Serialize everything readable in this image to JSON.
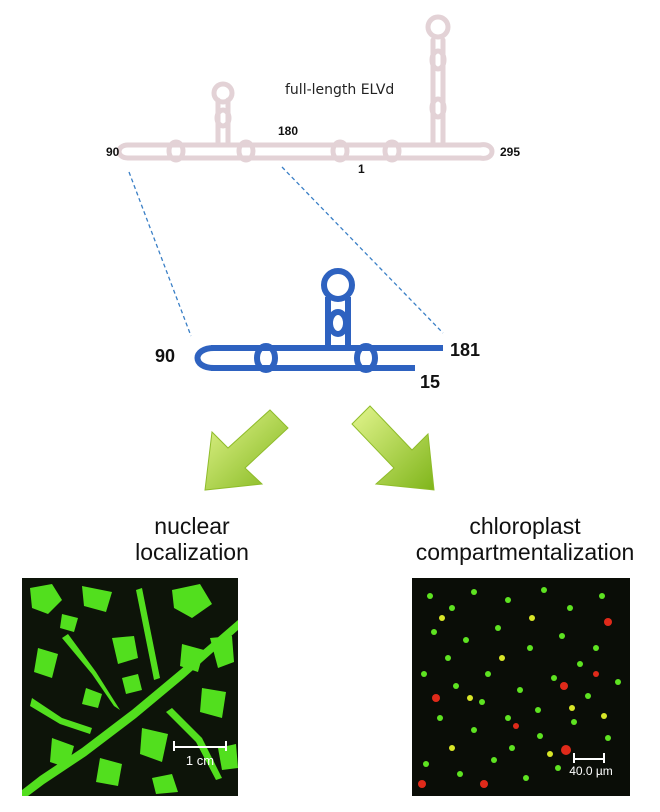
{
  "top_structure": {
    "title": "full-length ELVd",
    "label_left": "90",
    "label_right": "295",
    "label_mid_top": "180",
    "label_mid_bottom": "1",
    "color": "#e3d2d6"
  },
  "fragment": {
    "label_left": "90",
    "label_right_top": "181",
    "label_right_bottom": "15",
    "color": "#2e62c0"
  },
  "left_panel": {
    "caption_line1": "nuclear",
    "caption_line2": "localization",
    "scale_label": "1 cm"
  },
  "right_panel": {
    "caption_line1": "chloroplast",
    "caption_line2": "compartmentalization",
    "scale_label": "40.0 µm"
  },
  "colors": {
    "connector": "#3a7fc6",
    "arrow_light": "#d7f07a",
    "arrow_dark": "#7fb51a",
    "green_signal": "#55e31f",
    "red_signal": "#e02a1a",
    "yellow_signal": "#d8e628"
  }
}
